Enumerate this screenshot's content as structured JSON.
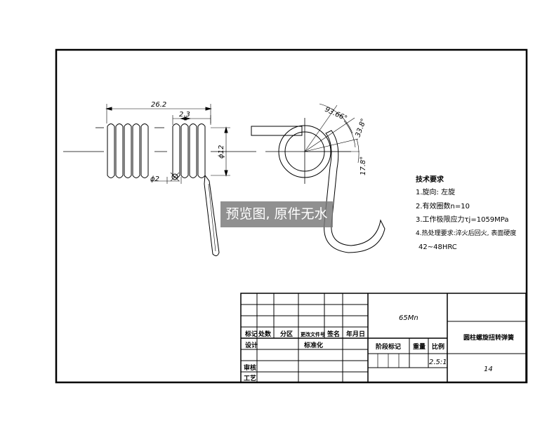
{
  "dimensions": {
    "overall_length": "26.2",
    "pitch": "2.3",
    "wire_diameter": "ϕ2",
    "coil_diameter": "ϕ12",
    "angle_total": "93.66°",
    "angle_mid": "33.8°",
    "angle_small": "17.8°"
  },
  "tech_requirements": {
    "heading": "技术要求",
    "items": [
      "1.旋向: 左旋",
      "2.有效圈数n=10",
      "3.工作极限应力τj=1059MPa",
      "4.热处理要求:淬火后回火, 表面硬度",
      "42~48HRC"
    ]
  },
  "title_block": {
    "material": "65Mn",
    "part_name": "圆柱螺旋扭转弹簧",
    "scale": "2.5:1",
    "drawing_no": "14",
    "headers": {
      "mark": "标记",
      "count": "处数",
      "zone": "分区",
      "change_doc": "更改文件号",
      "signature": "签名",
      "date": "年月日",
      "stage_mark": "阶段标记",
      "weight": "重量",
      "ratio": "比例"
    },
    "roles": {
      "design": "设计",
      "standardize": "标准化",
      "review": "审核",
      "process": "工艺"
    }
  },
  "watermark": "预览图, 原件无水印"
}
